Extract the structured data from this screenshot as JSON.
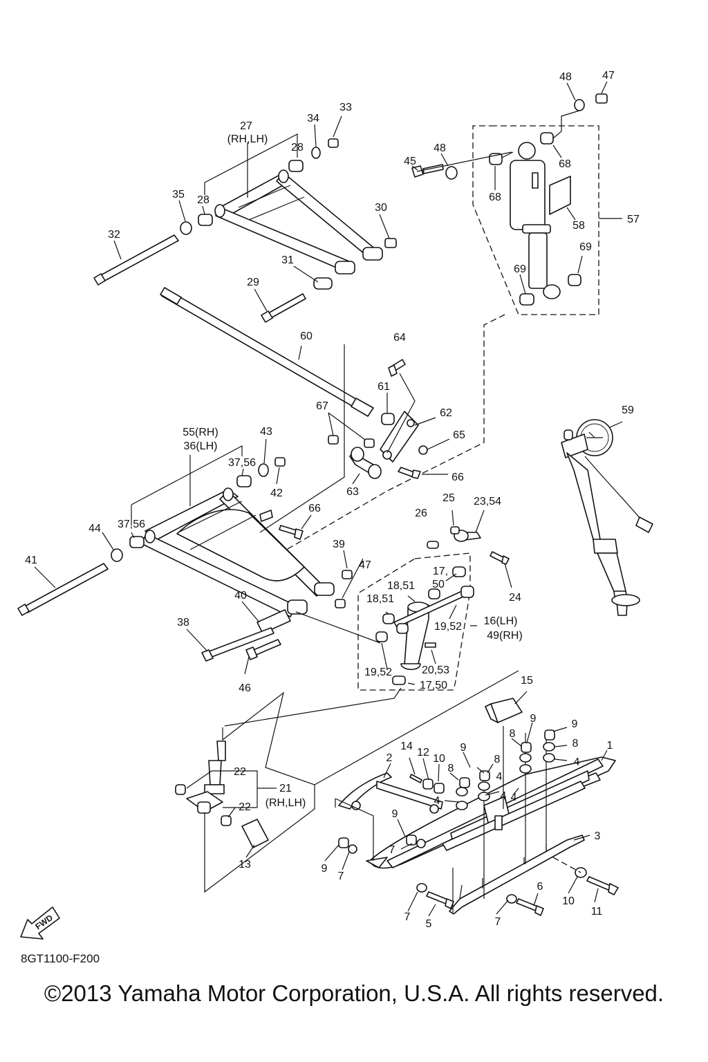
{
  "diagram": {
    "ref_code": "8GT1100-F200",
    "copyright": "©2013 Yamaha Motor Corporation, U.S.A. All rights reserved.",
    "fwd_label": "FWD",
    "callouts": {
      "c1": "1",
      "c2": "2",
      "c3": "3",
      "c4a": "4",
      "c4b": "4",
      "c4c": "4",
      "c4d": "4",
      "c4e": "4",
      "c5": "5",
      "c6": "6",
      "c7a": "7",
      "c7b": "7",
      "c7c": "7",
      "c7d": "7",
      "c8a": "8",
      "c8b": "8",
      "c8c": "8",
      "c8d": "8",
      "c9a": "9",
      "c9b": "9",
      "c9c": "9",
      "c9d": "9",
      "c9e": "9",
      "c10a": "10",
      "c10b": "10",
      "c11": "11",
      "c12": "12",
      "c13": "13",
      "c14": "14",
      "c15": "15",
      "c16": "16(LH)",
      "c49": "49(RH)",
      "c17a": "17,",
      "c50a": "50",
      "c17b": "17,50",
      "c18a": "18,51",
      "c18b": "18,51",
      "c19a": "19,52",
      "c19b": "19,52",
      "c20": "20,53",
      "c21": "21",
      "c21sub": "(RH,LH)",
      "c22a": "22",
      "c22b": "22",
      "c23": "23,54",
      "c24": "24",
      "c25": "25",
      "c26": "26",
      "c27": "27",
      "c27sub": "(RH,LH)",
      "c28a": "28",
      "c28b": "28",
      "c29": "29",
      "c30": "30",
      "c31": "31",
      "c32": "32",
      "c33": "33",
      "c34": "34",
      "c35": "35",
      "c55": "55(RH)",
      "c36": "36(LH)",
      "c37a": "37,56",
      "c37b": "37,56",
      "c38": "38",
      "c39": "39",
      "c40": "40",
      "c41": "41",
      "c42": "42",
      "c43": "43",
      "c44": "44",
      "c45": "45",
      "c46": "46",
      "c47a": "47",
      "c47b": "47",
      "c48a": "48",
      "c48b": "48",
      "c57": "57",
      "c58": "58",
      "c59": "59",
      "c60": "60",
      "c61": "61",
      "c62": "62",
      "c63": "63",
      "c64": "64",
      "c65": "65",
      "c66a": "66",
      "c66b": "66",
      "c67": "67",
      "c68a": "68",
      "c68b": "68",
      "c69a": "69",
      "c69b": "69"
    }
  }
}
